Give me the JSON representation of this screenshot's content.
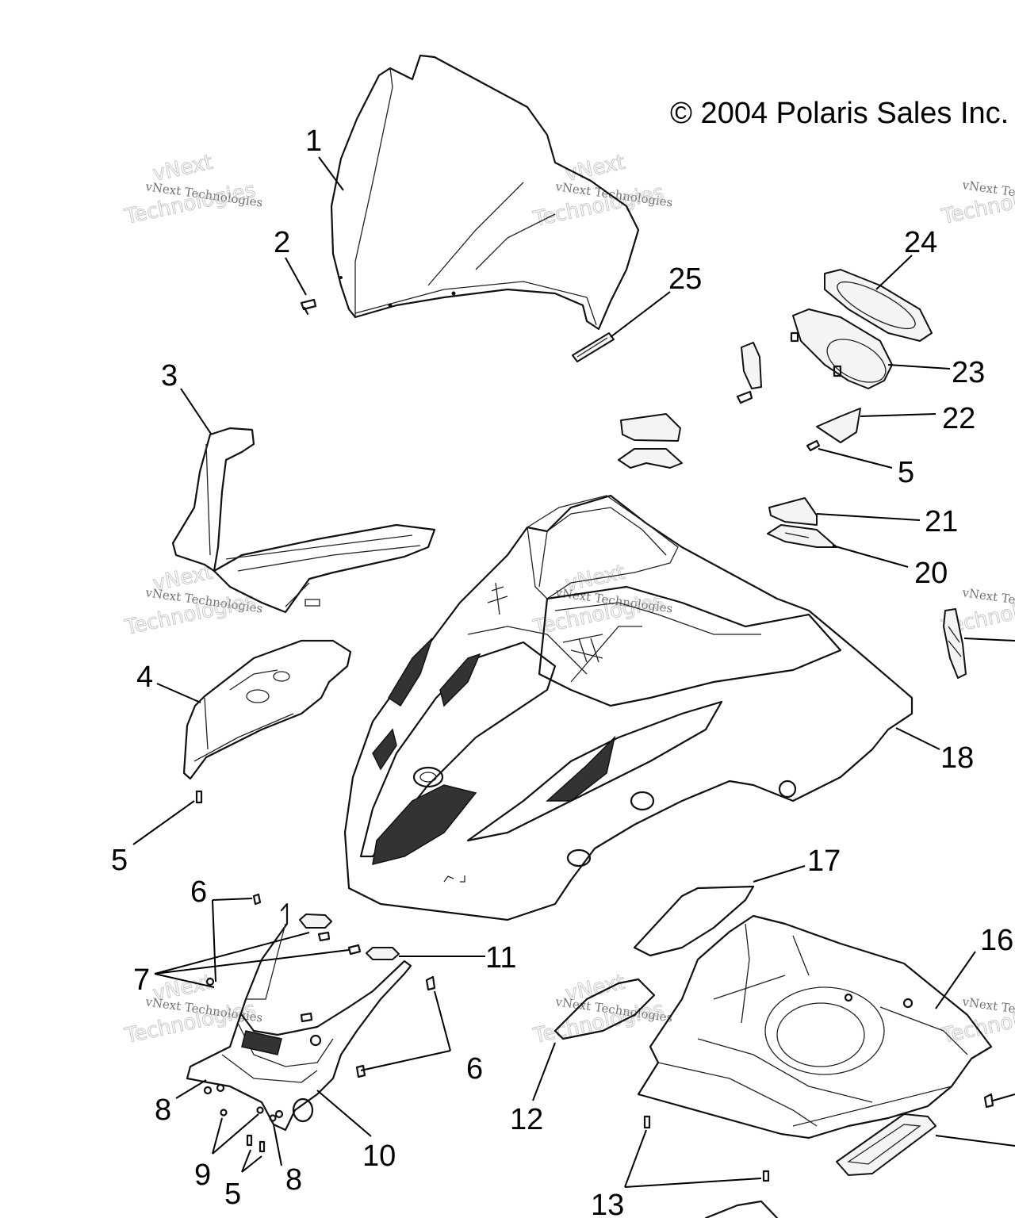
{
  "copyright": "© 2004 Polaris Sales Inc.",
  "watermark": {
    "line1": "vNext Technologies",
    "line2": "vNext",
    "line3": "Technologies"
  },
  "callouts": {
    "c1": "1",
    "c2": "2",
    "c3": "3",
    "c4": "4",
    "c5a": "5",
    "c5b": "5",
    "c5c": "5",
    "c6a": "6",
    "c6b": "6",
    "c7": "7",
    "c8a": "8",
    "c8b": "8",
    "c9": "9",
    "c10": "10",
    "c11": "11",
    "c12": "12",
    "c13": "13",
    "c16": "16",
    "c17": "17",
    "c18": "18",
    "c20": "20",
    "c21": "21",
    "c22": "22",
    "c23": "23",
    "c24": "24",
    "c25": "25"
  }
}
